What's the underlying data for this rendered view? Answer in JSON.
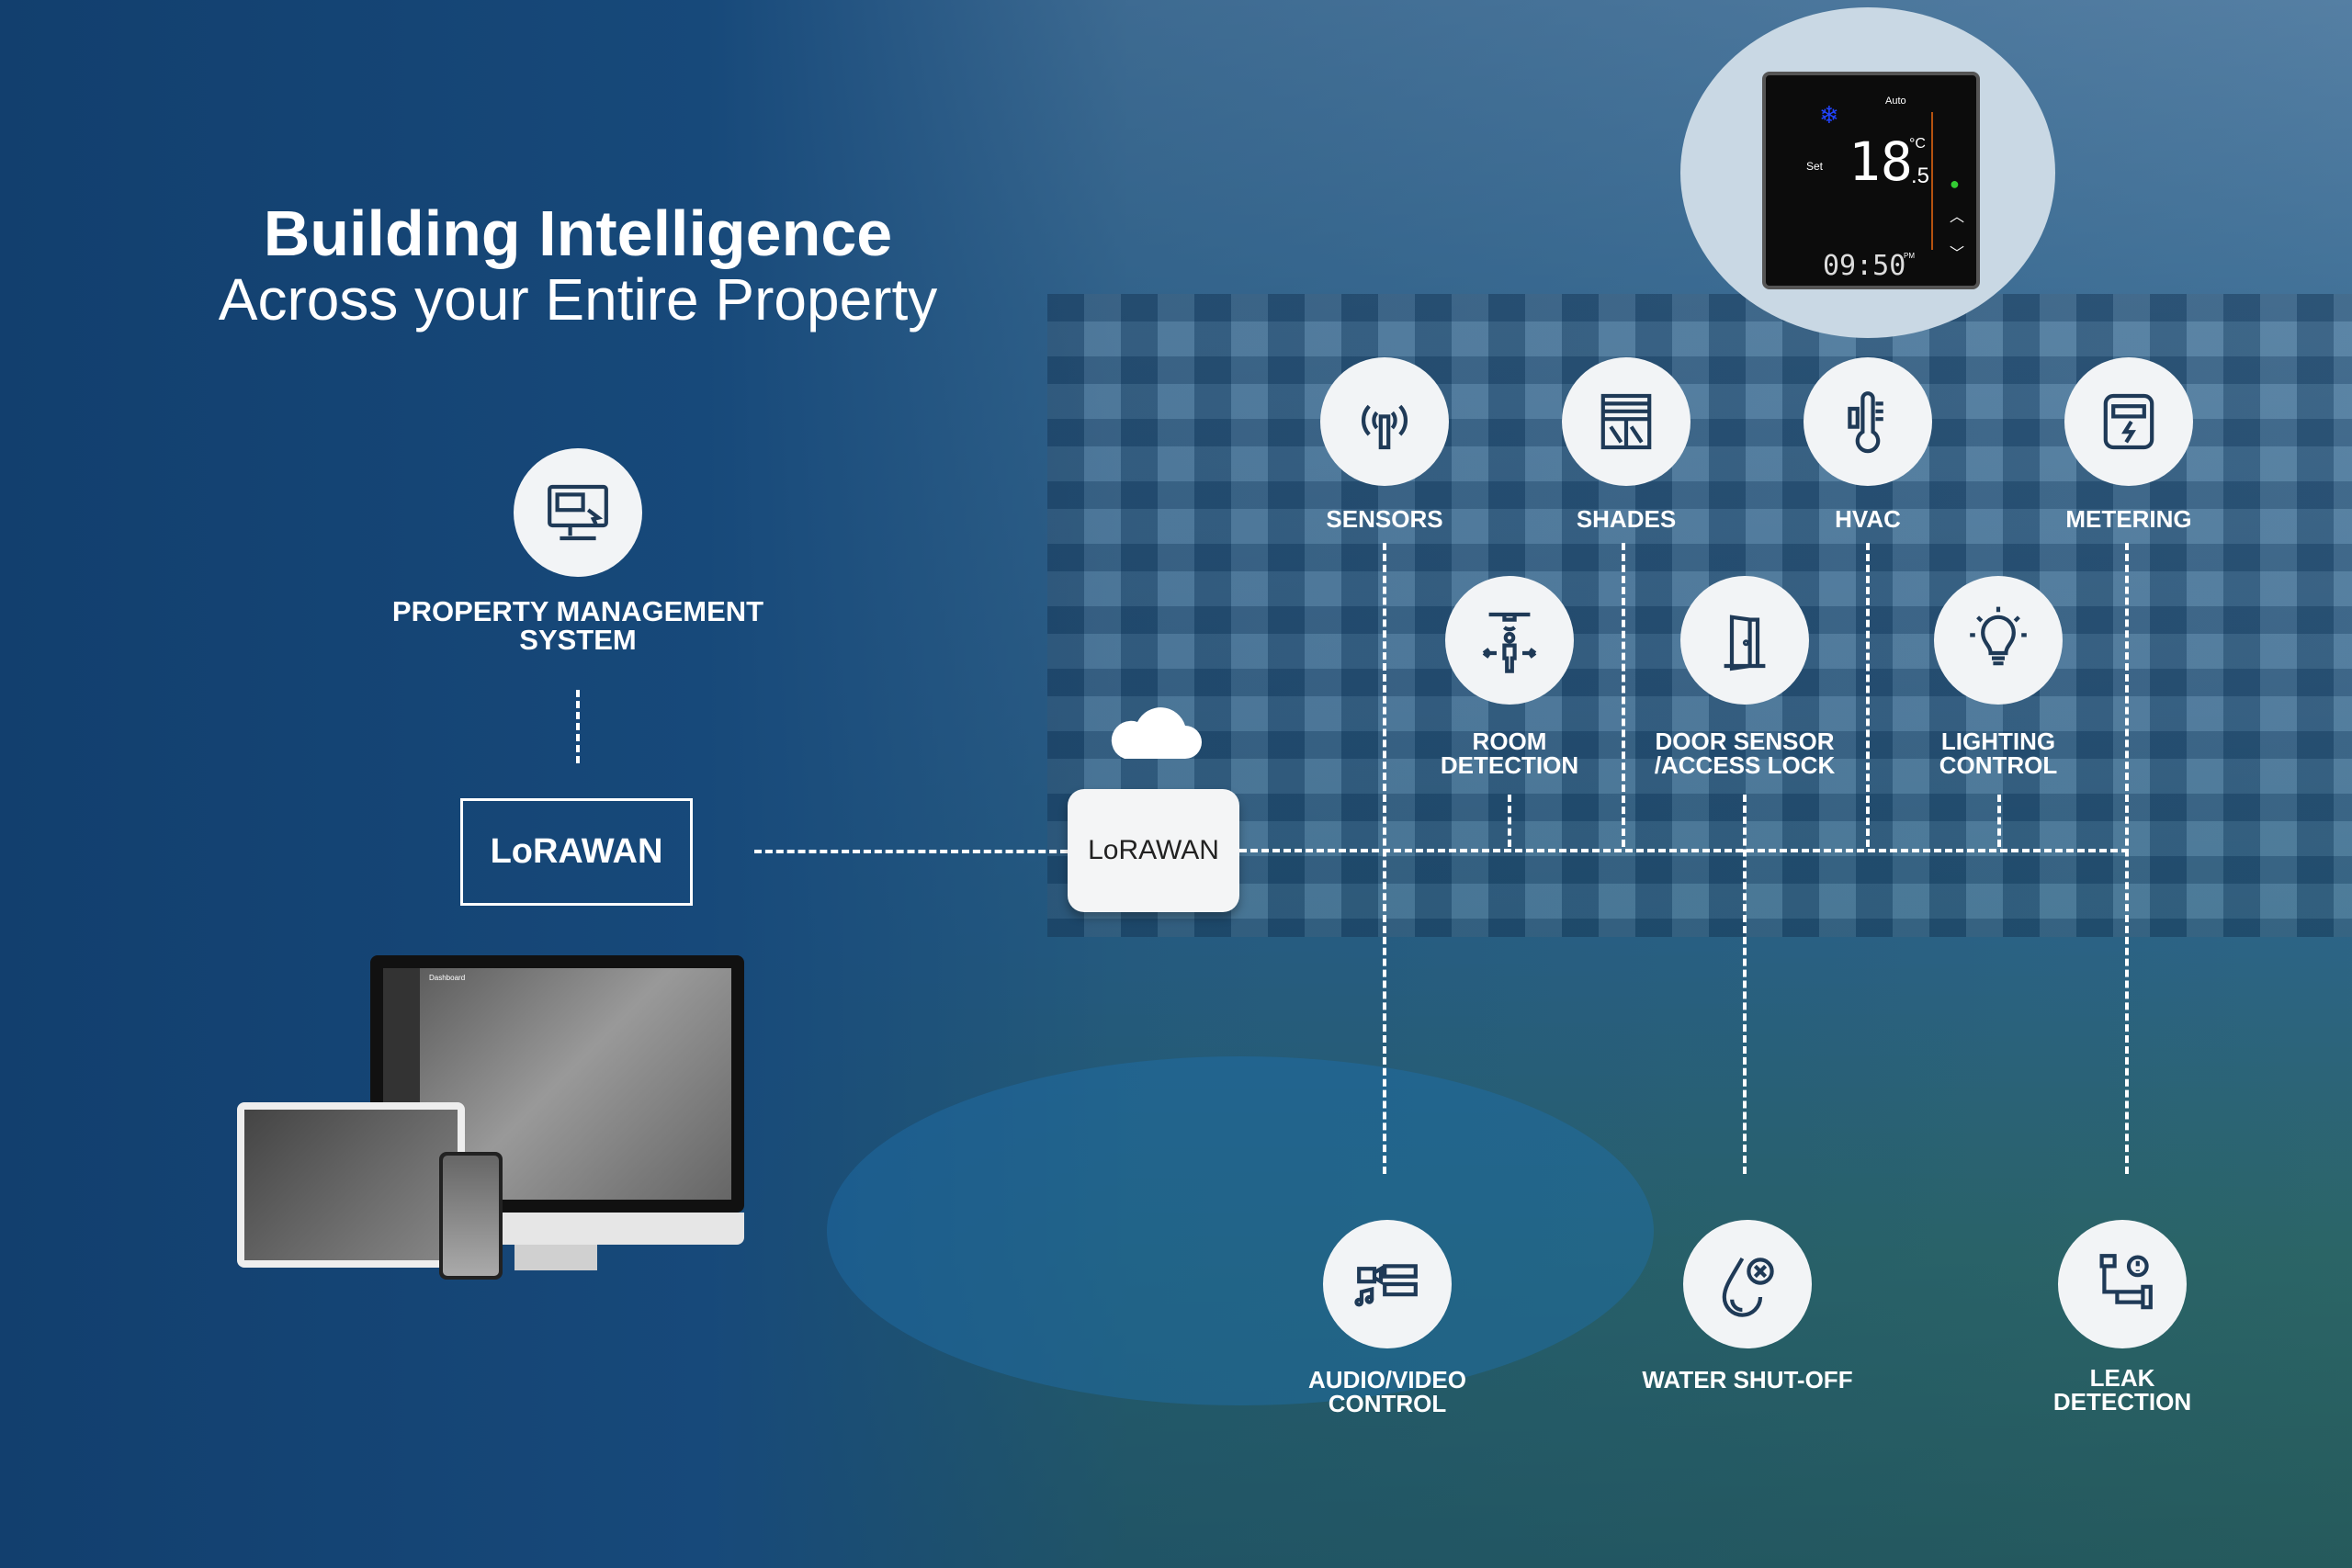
{
  "title": "Building Intelligence",
  "subtitle": "Across your Entire Property",
  "pms": {
    "label_line1": "PROPERTY MANAGEMENT",
    "label_line2": "SYSTEM",
    "icon": "computer-monitor-icon"
  },
  "lorawan_box": "LoRAWAN",
  "gateway": {
    "label": "LoRAWAN",
    "icon": "cloud-icon"
  },
  "thermostat": {
    "temp": "18",
    "decimal": ".5",
    "unit": "°C",
    "mode": "Auto",
    "set": "Set",
    "time": "09:50",
    "ampm": "PM"
  },
  "devices": [
    {
      "label": "SENSORS",
      "icon": "wireless-sensor-icon"
    },
    {
      "label": "SHADES",
      "icon": "window-shades-icon"
    },
    {
      "label": "HVAC",
      "icon": "thermometer-icon"
    },
    {
      "label": "METERING",
      "icon": "meter-icon"
    },
    {
      "label_line1": "ROOM",
      "label_line2": "DETECTION",
      "icon": "occupancy-person-icon"
    },
    {
      "label_line1": "DOOR SENSOR",
      "label_line2": "/ACCESS LOCK",
      "icon": "door-icon"
    },
    {
      "label_line1": "LIGHTING",
      "label_line2": "CONTROL",
      "icon": "lightbulb-icon"
    },
    {
      "label_line1": "AUDIO/VIDEO",
      "label_line2": "CONTROL",
      "icon": "audio-video-icon"
    },
    {
      "label": "WATER SHUT-OFF",
      "icon": "water-drop-shutoff-icon"
    },
    {
      "label_line1": "LEAK",
      "label_line2": "DETECTION",
      "icon": "leak-pipe-icon"
    }
  ],
  "dashboard": {
    "title": "Dashboard"
  },
  "colors": {
    "background": "#164676",
    "icon_stroke": "#1f3a57",
    "circle": "#f2f4f6"
  }
}
